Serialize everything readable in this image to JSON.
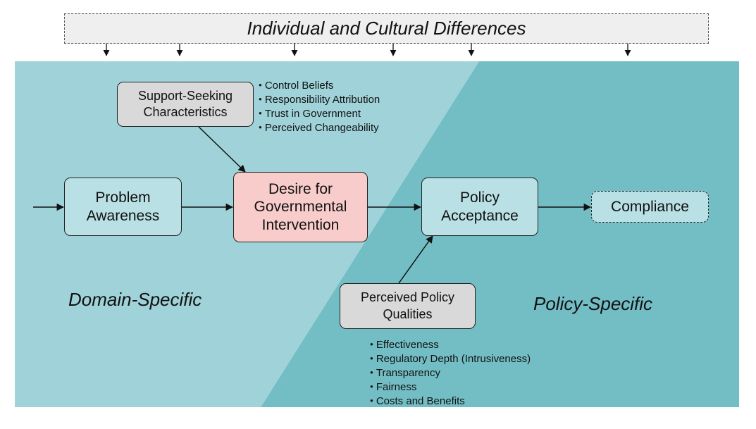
{
  "banner": {
    "title": "Individual and Cultural Differences"
  },
  "zones": {
    "left_label": "Domain-Specific",
    "right_label": "Policy-Specific",
    "left_color": "#a0d3d9",
    "right_color": "#73bec5"
  },
  "nodes": {
    "problem_awareness": "Problem\nAwareness",
    "desire": "Desire for\nGovernmental\nIntervention",
    "policy_acceptance": "Policy\nAcceptance",
    "compliance": "Compliance",
    "support_seeking": "Support-Seeking\nCharacteristics",
    "perceived_policy_qualities": "Perceived Policy\nQualities"
  },
  "support_seeking_items": [
    "Control Beliefs",
    "Responsibility Attribution",
    "Trust in Government",
    "Perceived Changeability"
  ],
  "policy_quality_items": [
    "Effectiveness",
    "Regulatory Depth (Intrusiveness)",
    "Transparency",
    "Fairness",
    "Costs and Benefits"
  ]
}
